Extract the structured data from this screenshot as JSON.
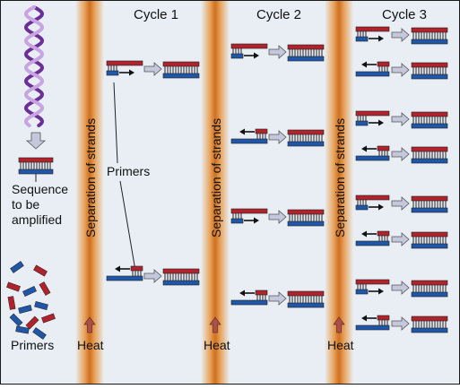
{
  "cycle_titles": [
    "Cycle 1",
    "Cycle 2",
    "Cycle 3"
  ],
  "separation_label": "Separation of strands",
  "heat_label": "Heat",
  "sequence_caption": [
    "Sequence",
    "to be",
    "amplified"
  ],
  "primers_label": "Primers",
  "primers_pool_label": "Primers",
  "colors": {
    "background": "#e9eef4",
    "border": "#1a1a1a",
    "top_strand": "#b0222c",
    "bottom_strand": "#1f56a8",
    "rung": "#222222",
    "helix_light": "#c8a4e0",
    "helix_dark": "#6c2f98",
    "band_core": "#cf6f1f",
    "band_edge": "#e9eef4",
    "process_arrow": "#c5c7dd",
    "heat_arrow": "#a8504a"
  }
}
